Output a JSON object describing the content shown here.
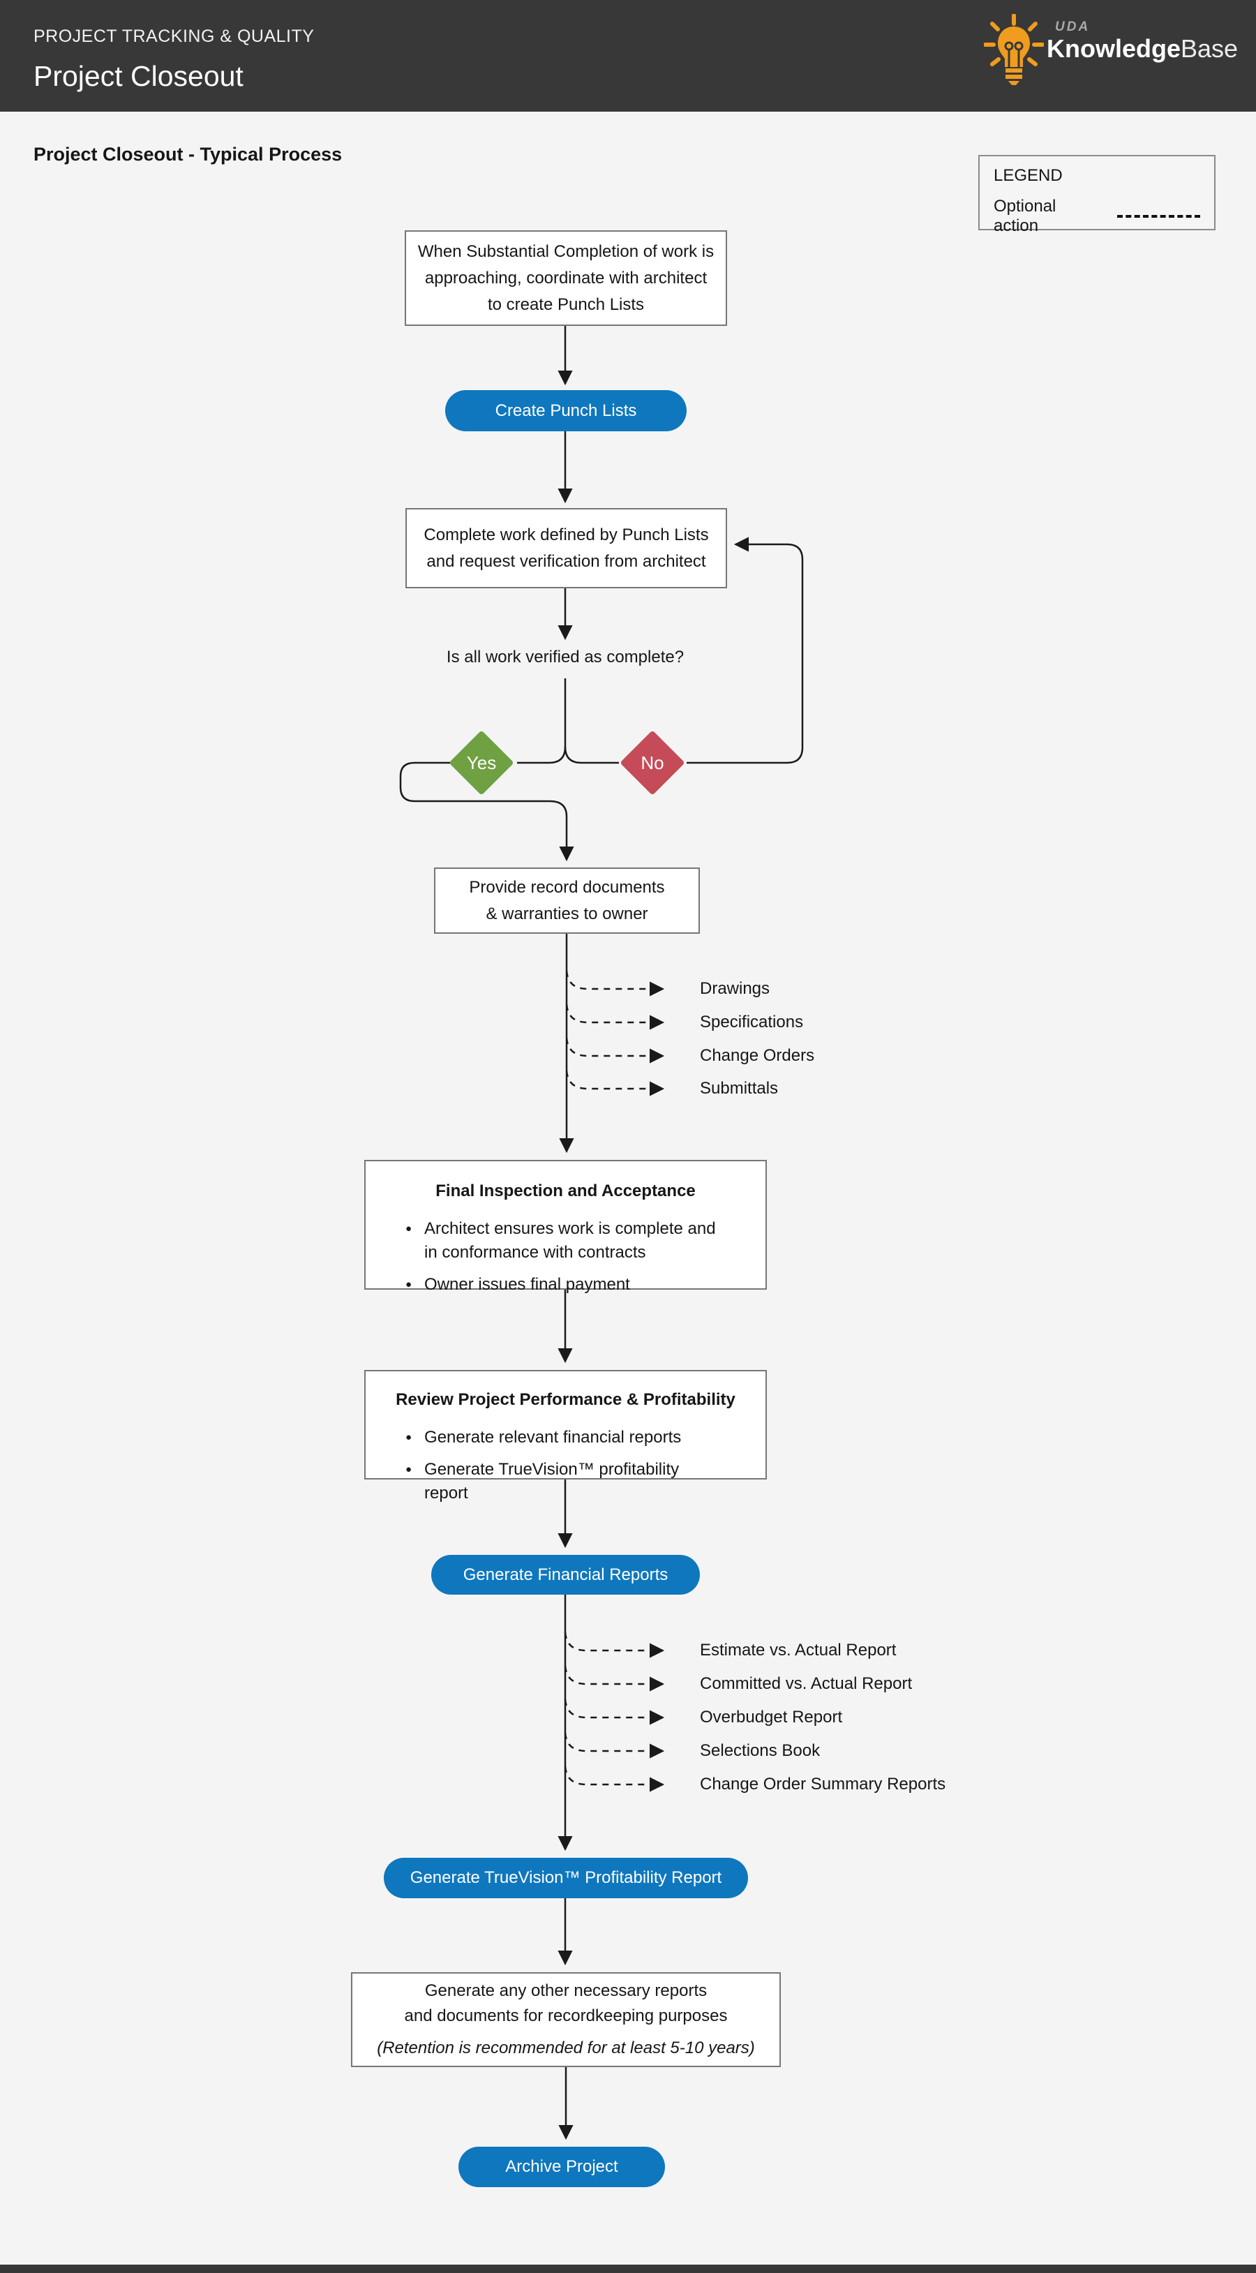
{
  "header": {
    "category": "PROJECT TRACKING & QUALITY",
    "title": "Project Closeout",
    "logo": {
      "brand": "UDA",
      "product_bold": "Knowledge",
      "product_light": "Base",
      "icon": "lightbulb-icon"
    }
  },
  "page": {
    "title": "Project Closeout - Typical Process"
  },
  "legend": {
    "title": "LEGEND",
    "optional_action": "Optional action"
  },
  "colors": {
    "header_bg": "#383838",
    "page_bg": "#f4f4f4",
    "action_blue": "#0f77be",
    "yes_green": "#6fa041",
    "no_red": "#c64b58",
    "connector": "#1a1a1a",
    "logo_orange": "#f09c1e"
  },
  "flow": {
    "step_punch_plan": {
      "lines": [
        "When Substantial Completion of work is",
        "approaching, coordinate with architect",
        "to create Punch Lists"
      ]
    },
    "action_create_punch_lists": {
      "label": "Create Punch Lists"
    },
    "step_complete_work": {
      "lines": [
        "Complete work defined by Punch Lists",
        "and request verification from architect"
      ]
    },
    "decision_verified": {
      "question": "Is all work verified as complete?",
      "yes_label": "Yes",
      "no_label": "No"
    },
    "step_provide_records": {
      "lines": [
        "Provide record documents",
        "& warranties to owner"
      ]
    },
    "record_documents": {
      "items": [
        "Drawings",
        "Specifications",
        "Change Orders",
        "Submittals"
      ]
    },
    "step_final_inspection": {
      "title": "Final Inspection and Acceptance",
      "bullets": [
        "Architect ensures work is complete and in conformance with contracts",
        "Owner issues final payment"
      ]
    },
    "step_review_performance": {
      "title": "Review Project Performance & Profitability",
      "bullets": [
        "Generate relevant financial reports",
        "Generate TrueVision™ profitability report"
      ]
    },
    "action_generate_financial": {
      "label": "Generate Financial Reports"
    },
    "financial_reports": {
      "items": [
        "Estimate vs. Actual Report",
        "Committed vs. Actual Report",
        "Overbudget Report",
        "Selections Book",
        "Change Order Summary Reports"
      ]
    },
    "action_generate_truevision": {
      "label": "Generate TrueVision™ Profitability Report"
    },
    "step_other_reports": {
      "lines": [
        "Generate any other necessary reports",
        "and documents for recordkeeping purposes"
      ],
      "note": "(Retention is recommended for at least 5-10 years)"
    },
    "action_archive": {
      "label": "Archive Project"
    }
  }
}
